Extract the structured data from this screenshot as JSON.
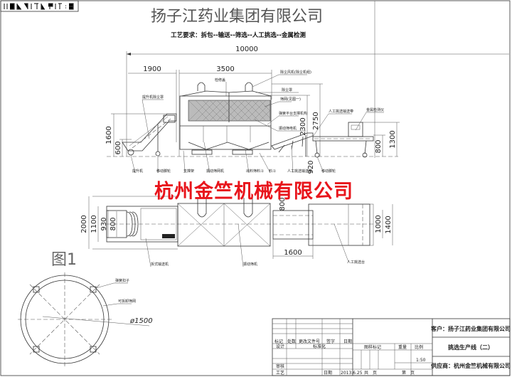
{
  "drawing": {
    "header_stamp": "",
    "title": "扬子江药业集团有限公司",
    "process_requirement": "工艺要求：拆包--输送--筛选--人工挑选--金属检测",
    "watermark": "杭州金竺机械有限公司",
    "figure_label": "图1",
    "accent_color": "#e8141b"
  },
  "dimensions": {
    "total_length": "10000",
    "d1900": "1900",
    "d3500": "3500",
    "d1600_h": "1600",
    "d600": "600",
    "d2300": "2300",
    "d2750": "2750",
    "d920": "920",
    "d800_h": "800",
    "d1300": "1300",
    "d2000": "2000",
    "d1100": "1100",
    "d930": "930",
    "d800_w": "800",
    "d800_p": "800",
    "d1600_w": "1600",
    "d1000": "1000",
    "d1400": "1400",
    "diameter": "ø1500"
  },
  "callouts": {
    "side": [
      "提升机",
      "移动脚轮",
      "支撑架",
      "振动筛网机",
      "出料筛料斗",
      "料斗",
      "人工挑选输送机",
      "移动脚轮"
    ],
    "top": [
      "除尘风机(除尘机组)",
      "检修盖",
      "除尘罩",
      "筛网(见图一)",
      "弹簧平台支撑机构",
      "振动筛电机",
      "提升机除尘罩",
      "人工挑选输送带",
      "金属检测仪"
    ],
    "plan": [
      "拆式输送机",
      "振动筛机",
      "人工挑选台"
    ],
    "figure": [
      "弹簧扣子",
      "可拆卸筛网"
    ]
  },
  "title_block": {
    "customer": "客户：扬子江药业集团有限公司",
    "drawing_name": "挑选生产线（二）",
    "supplier": "供应商：杭州金竺机械有限公司",
    "headers": [
      "标记",
      "处数",
      "更改文件号",
      "签字",
      "日期"
    ],
    "design": "设计",
    "standardization": "标准化",
    "review": "审核",
    "process": "工艺",
    "date_label": "日期",
    "date": "2013.6.25",
    "stage_mark": "图样标记",
    "weight": "重量",
    "scale_label": "比例",
    "scale": "1:50",
    "total_sheets": "共　页",
    "sheet": "第　页"
  }
}
